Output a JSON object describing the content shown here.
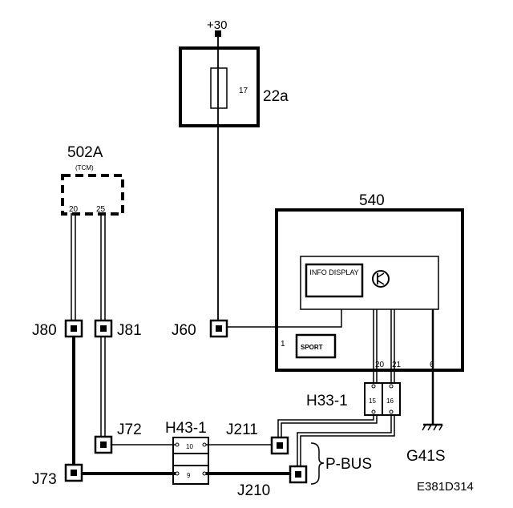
{
  "supply": {
    "label": "+30"
  },
  "fuse_box": {
    "label": "22a",
    "fuse_label": "17"
  },
  "module_502a": {
    "label": "502A",
    "sublabel": "(TCM)",
    "pin_left": "20",
    "pin_right": "25"
  },
  "module_540": {
    "label": "540",
    "info_display": "INFO DISPLAY",
    "sport_label": "SPORT",
    "pin_left": "1",
    "pin_20": "20",
    "pin_21": "21",
    "pin_ground": "6"
  },
  "connectors": {
    "j80": "J80",
    "j81": "J81",
    "j60": "J60",
    "j72": "J72",
    "j73": "J73",
    "j211": "J211",
    "j210": "J210"
  },
  "h43": {
    "label": "H43-1",
    "pin_top": "10",
    "pin_bottom": "9"
  },
  "h33": {
    "label": "H33-1",
    "pin_left": "15",
    "pin_right": "16"
  },
  "bus": {
    "label": "P-BUS"
  },
  "ground": {
    "label": "G41S"
  },
  "diagram_id": "E381D314"
}
